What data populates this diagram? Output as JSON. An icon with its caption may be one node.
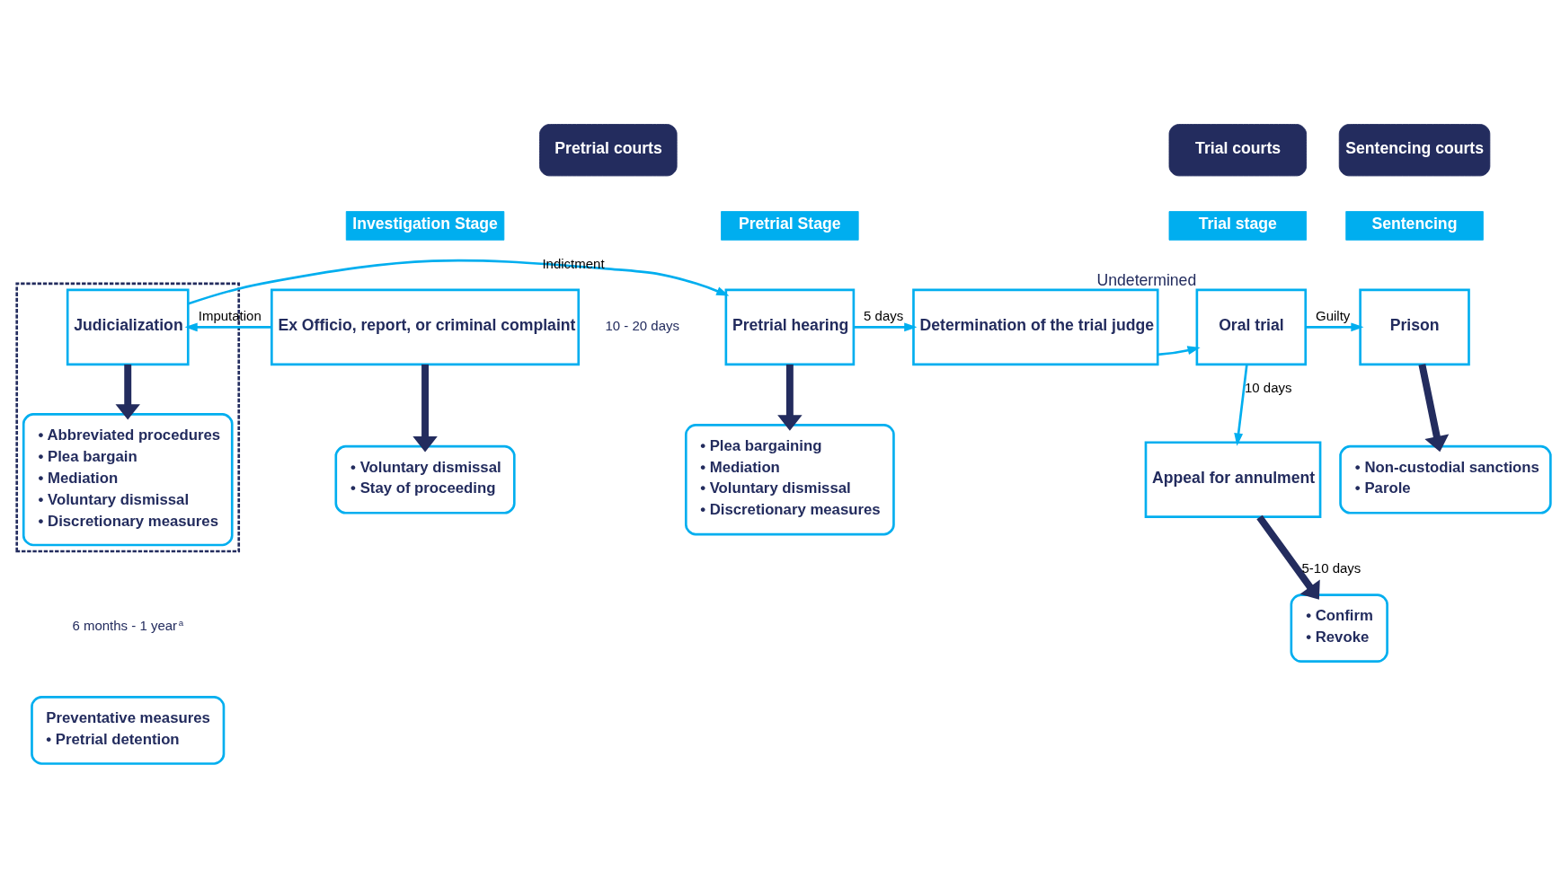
{
  "diagram": {
    "nodes": [
      {
        "text": [
          "Pretrial courts"
        ]
      },
      {
        "text": [
          "Trial courts"
        ]
      },
      {
        "text": [
          "Sentencing courts"
        ]
      },
      {
        "text": [
          "Investigation Stage"
        ]
      },
      {
        "text": [
          "Pretrial Stage"
        ]
      },
      {
        "text": [
          "Trial stage"
        ]
      },
      {
        "text": [
          "Sentencing"
        ]
      },
      {
        "text": [
          "Ex Officio, report, or criminal complaint"
        ]
      },
      {
        "text": [],
        "shape": "box"
      },
      {
        "text": [
          "Judicialization"
        ],
        "in": 8
      },
      {
        "text": [
          "Pretrial hearing"
        ]
      },
      {
        "text": [
          "Determination of the trial judge"
        ]
      },
      {
        "text": [
          "Oral trial"
        ],
        "beside": [
          "Undetermined"
        ]
      },
      {
        "text": [
          "Prison"
        ]
      },
      {
        "text": [
          "• Voluntary dismissal",
          "• Stay of proceeding"
        ]
      },
      {
        "text": [
          "• Abbreviated procedures",
          "• Plea bargain",
          "• Mediation",
          "• Voluntary dismissal",
          "• Discretionary measures"
        ],
        "in": 8
      },
      {
        "text": [
          "• Plea bargaining",
          "• Mediation",
          "• Voluntary dismissal",
          "• Discretionary measures"
        ]
      },
      {
        "text": [
          "Appeal for annulment"
        ]
      },
      {
        "text": [
          "• Non-custodial sanctions",
          "• Parole"
        ]
      },
      {
        "text": [
          "• Confirm",
          "• Revoke"
        ]
      },
      {
        "text": [
          "Preventative measures",
          "• Pretrial detention"
        ]
      }
    ],
    "edges": [
      {
        "from": 7,
        "to": 9,
        "arrow": "to",
        "label": "Imputation"
      },
      {
        "from": 9,
        "to": 10,
        "arrow": "to",
        "label": "Indictment"
      },
      {
        "from": 10,
        "to": 11,
        "arrow": "to",
        "label": "5 days"
      },
      {
        "from": 11,
        "to": 12,
        "arrow": "to"
      },
      {
        "from": 12,
        "to": 13,
        "arrow": "to",
        "label": "Guilty"
      },
      {
        "from": 12,
        "to": 17,
        "arrow": "to",
        "label": "10 days"
      },
      {
        "from": 7,
        "to": 14,
        "arrow": "to",
        "style": "thick",
        "color": "#232c5e"
      },
      {
        "from": 9,
        "to": 15,
        "arrow": "to",
        "style": "thick",
        "color": "#232c5e"
      },
      {
        "from": 10,
        "to": 16,
        "arrow": "to",
        "style": "thick",
        "color": "#232c5e"
      },
      {
        "from": 13,
        "to": 18,
        "arrow": "to",
        "style": "thick",
        "color": "#232c5e"
      },
      {
        "from": 17,
        "to": 19,
        "arrow": "to",
        "style": "thick",
        "color": "#232c5e",
        "label": "5-10 days"
      }
    ],
    "labels": [
      "10 - 20 days",
      "6 months - 1 year",
      "a"
    ]
  }
}
